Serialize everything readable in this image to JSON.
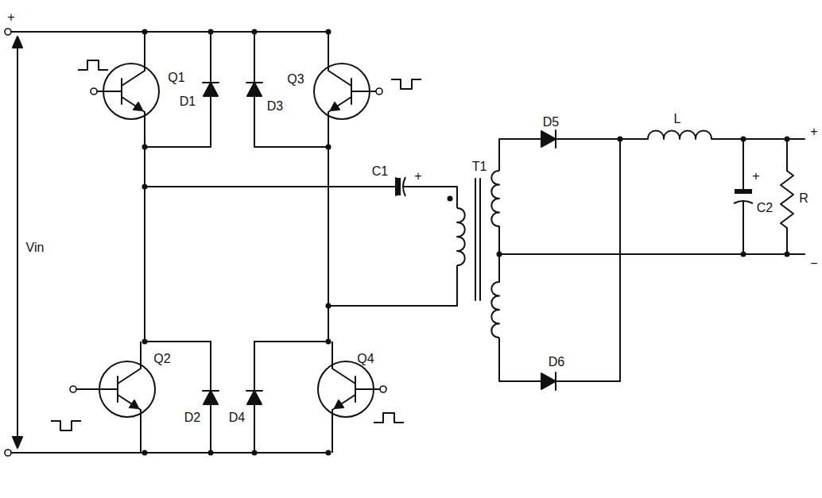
{
  "diagram": {
    "labels": [
      "+",
      "Vin",
      "Q1",
      "D1",
      "D3",
      "Q3",
      "C1",
      "+",
      "T1",
      "D5",
      "L",
      "+",
      "C2",
      "R",
      "+",
      "−",
      "Q2",
      "D2",
      "D4",
      "Q4",
      "D6"
    ]
  }
}
